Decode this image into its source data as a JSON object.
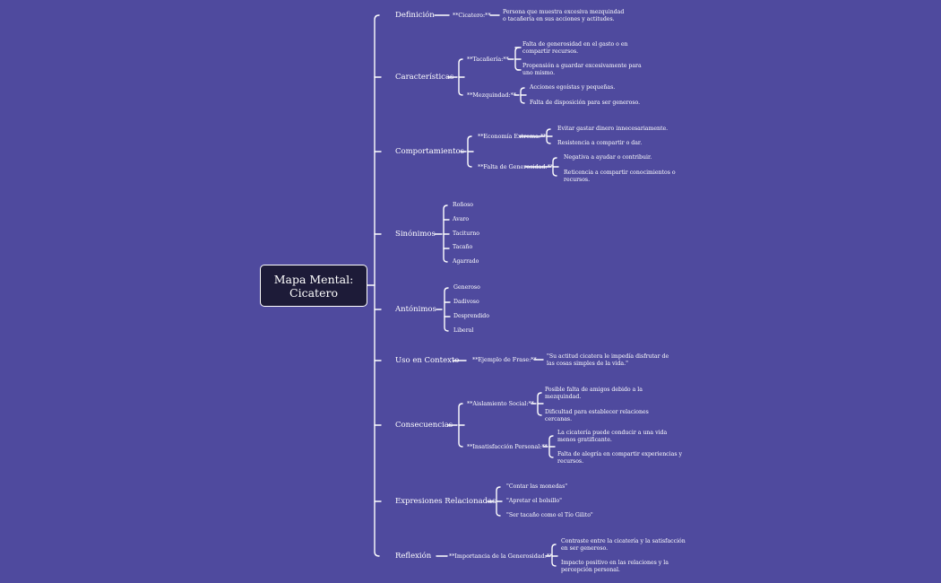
{
  "root": {
    "line1": "Mapa Mental:",
    "line2": "Cicatero"
  },
  "branches": [
    {
      "label": "Definición",
      "children": [
        {
          "label": "**Cicatero:**",
          "leaves": [
            [
              "Persona que muestra excesiva mezquindad",
              "o tacañería en sus acciones y actitudes."
            ]
          ]
        }
      ]
    },
    {
      "label": "Características",
      "children": [
        {
          "label": "**Tacañería:**",
          "leaves": [
            [
              "Falta de generosidad en el gasto o en",
              "compartir recursos."
            ],
            [
              "Propensión a guardar excesivamente para",
              "uno mismo."
            ]
          ]
        },
        {
          "label": "**Mezquindad:**",
          "leaves": [
            [
              "Acciones egoístas y pequeñas."
            ],
            [
              "Falta de disposición para ser generoso."
            ]
          ]
        }
      ]
    },
    {
      "label": "Comportamientos",
      "children": [
        {
          "label": "**Economía Extrema:**",
          "leaves": [
            [
              "Evitar gastar dinero innecesariamente."
            ],
            [
              "Resistencia a compartir o dar."
            ]
          ]
        },
        {
          "label": "**Falta de Generosidad:**",
          "leaves": [
            [
              "Negativa a ayudar o contribuir."
            ],
            [
              "Reticencia a compartir conocimientos o",
              "recursos."
            ]
          ]
        }
      ]
    },
    {
      "label": "Sinónimos",
      "items": [
        "Roñoso",
        "Avaro",
        "Taciturno",
        "Tacaño",
        "Agarrado"
      ]
    },
    {
      "label": "Antónimos",
      "items": [
        "Generoso",
        "Dadivoso",
        "Desprendido",
        "Liberal"
      ]
    },
    {
      "label": "Uso en Contexto",
      "children": [
        {
          "label": "**Ejemplo de Frase:**",
          "leaves": [
            [
              "\"Su actitud cicatera le impedía disfrutar de",
              "las cosas simples de la vida.\""
            ]
          ]
        }
      ]
    },
    {
      "label": "Consecuencias",
      "children": [
        {
          "label": "**Aislamiento Social:**",
          "leaves": [
            [
              "Posible falta de amigos debido a la",
              "mezquindad."
            ],
            [
              "Dificultad para establecer relaciones",
              "cercanas."
            ]
          ]
        },
        {
          "label": "**Insatisfacción Personal:**",
          "leaves": [
            [
              "La cicatería puede conducir a una vida",
              "menos gratificante."
            ],
            [
              "Falta de alegría en compartir experiencias y",
              "recursos."
            ]
          ]
        }
      ]
    },
    {
      "label": "Expresiones Relacionadas",
      "items": [
        "\"Contar las monedas\"",
        "\"Apretar el bolsillo\"",
        "\"Ser tacaño como el Tío Gilito\""
      ]
    },
    {
      "label": "Reflexión",
      "children": [
        {
          "label": "**Importancia de la Generosidad:**",
          "leaves": [
            [
              "Contraste entre la cicatería y la satisfacción",
              "en ser generoso."
            ],
            [
              "Impacto positivo en las relaciones y la",
              "percepción personal."
            ]
          ]
        }
      ]
    }
  ]
}
